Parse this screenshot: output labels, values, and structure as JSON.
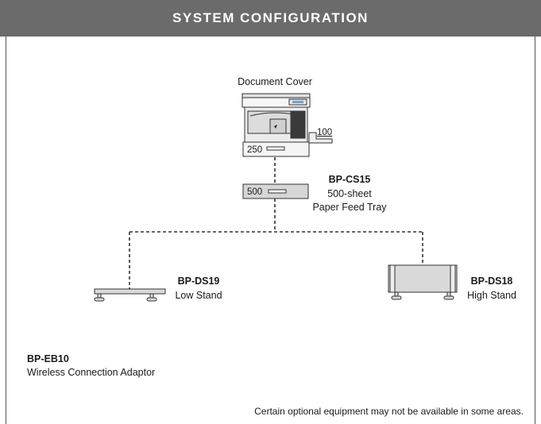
{
  "header": {
    "title": "SYSTEM CONFIGURATION"
  },
  "copier": {
    "cover_label": "Document Cover",
    "bypass_count": "100",
    "tray_count": "250"
  },
  "feed_tray": {
    "model": "BP-CS15",
    "line1": "500-sheet",
    "line2": "Paper Feed Tray",
    "count": "500"
  },
  "low_stand": {
    "model": "BP-DS19",
    "name": "Low Stand"
  },
  "high_stand": {
    "model": "BP-DS18",
    "name": "High Stand"
  },
  "adaptor": {
    "model": "BP-EB10",
    "name": "Wireless Connection Adaptor"
  },
  "footnote": "Certain optional equipment may not be available in some areas."
}
